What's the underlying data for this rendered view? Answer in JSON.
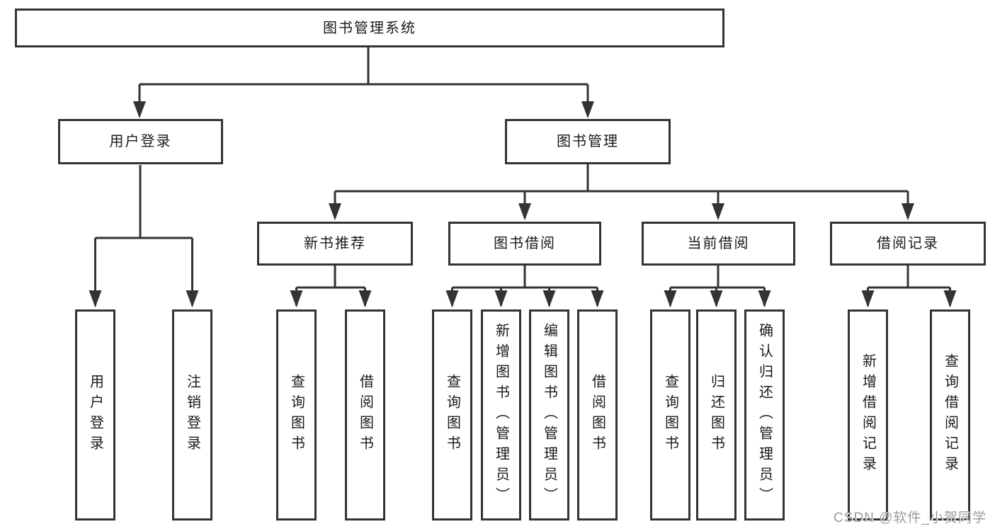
{
  "colors": {
    "line": "#333333",
    "box_border": "#333333",
    "box_background": "#ffffff",
    "text": "#1a1a1a",
    "watermark_text": "#9b9b9b",
    "page_background": "#ffffff"
  },
  "diagram": {
    "root": {
      "label": "图书管理系统"
    },
    "level2": [
      {
        "label": "用户登录"
      },
      {
        "label": "图书管理"
      }
    ],
    "level3": [
      {
        "label": "新书推荐"
      },
      {
        "label": "图书借阅"
      },
      {
        "label": "当前借阅"
      },
      {
        "label": "借阅记录"
      }
    ],
    "leaves": {
      "user_login": [
        {
          "label": "用户登录"
        },
        {
          "label": "注销登录"
        }
      ],
      "new_book_recommendation": [
        {
          "label": "查询图书"
        },
        {
          "label": "借阅图书"
        }
      ],
      "book_borrowing": [
        {
          "label": "查询图书"
        },
        {
          "label": "新增图书（管理员）"
        },
        {
          "label": "编辑图书（管理员）"
        },
        {
          "label": "借阅图书"
        }
      ],
      "current_borrowing": [
        {
          "label": "查询图书"
        },
        {
          "label": "归还图书"
        },
        {
          "label": "确认归还（管理员）"
        }
      ],
      "borrowing_records": [
        {
          "label": "新增借阅记录"
        },
        {
          "label": "查询借阅记录"
        }
      ]
    }
  },
  "watermark": {
    "text": "CSDN @软件_小贺同学"
  }
}
